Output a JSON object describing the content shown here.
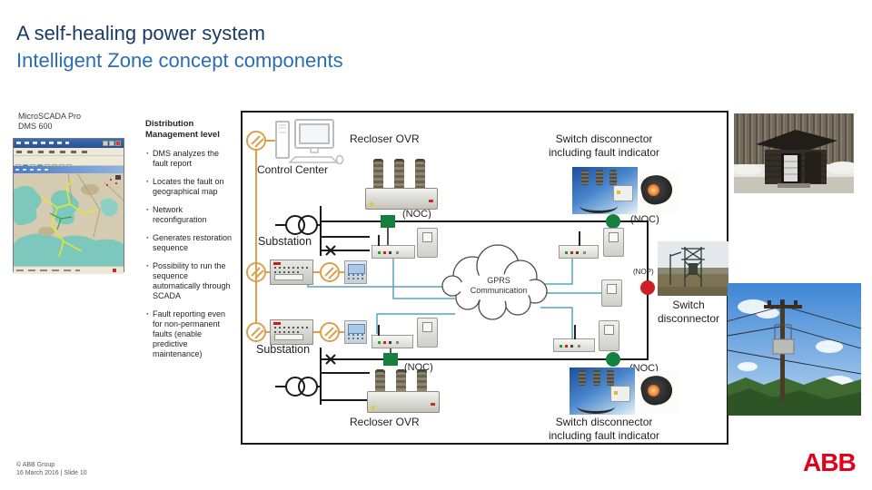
{
  "header": {
    "title": "A self-healing power system",
    "subtitle": "Intelligent Zone concept components"
  },
  "left_panel": {
    "product_line1": "MicroSCADA Pro",
    "product_line2": "DMS 600"
  },
  "management_panel": {
    "heading": "Distribution Management level",
    "bullets": [
      "DMS analyzes the fault report",
      "Locates the fault on geographical map",
      "Network reconfiguration",
      "Generates restoration sequence",
      "Possibility to run the sequence automatically through SCADA",
      "Fault reporting even for non-permanent faults (enable predictive maintenance)"
    ]
  },
  "diagram": {
    "control_center_label": "Control Center",
    "substation_top_label": "Substation",
    "substation_bottom_label": "Substation",
    "recloser_top_label": "Recloser OVR",
    "recloser_bottom_label": "Recloser OVR",
    "switch_top_line1": "Switch disconnector",
    "switch_top_line2": "including fault indicator",
    "switch_bottom_line1": "Switch disconnector",
    "switch_bottom_line2": "including fault indicator",
    "switch_photo_line1": "Switch",
    "switch_photo_line2": "disconnector",
    "cloud_line1": "GPRS",
    "cloud_line2": "Communication",
    "noc_top_left": "(NOC)",
    "noc_top_right": "(NOC)",
    "noc_bottom_left": "(NOC)",
    "noc_bottom_right": "(NOC)",
    "nop_label": "(NOP)"
  },
  "footer": {
    "copyright": "© ABB Group",
    "meta": "16 March 2016 | Slide 10",
    "logo_text": "ABB"
  },
  "colors": {
    "accent_red": "#e2001a",
    "title_navy": "#1c3a66",
    "subtitle_blue": "#2a6db5",
    "noc_green": "#13813d",
    "nop_red": "#cc2027",
    "radio_orange": "#dd9f4d",
    "comm_blue": "#5aa2bd"
  }
}
